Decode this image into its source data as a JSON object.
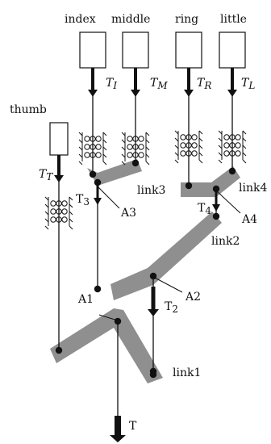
{
  "fingers": {
    "index": "index",
    "middle": "middle",
    "ring": "ring",
    "little": "little",
    "thumb": "thumb"
  },
  "tensions": {
    "TI": {
      "main": "T",
      "sub": "I"
    },
    "TM": {
      "main": "T",
      "sub": "M"
    },
    "TR": {
      "main": "T",
      "sub": "R"
    },
    "TL": {
      "main": "T",
      "sub": "L"
    },
    "TT": {
      "main": "T",
      "sub": "T"
    },
    "T3": "T",
    "T3_sub": "3",
    "T4": "T",
    "T4_sub": "4",
    "T2": "T",
    "T2_sub": "2",
    "T": "T"
  },
  "links": {
    "link1": "link1",
    "link2": "link2",
    "link3": "link3",
    "link4": "link4"
  },
  "anchors": {
    "A1": "A1",
    "A2": "A2",
    "A3": "A3",
    "A4": "A4"
  },
  "colors": {
    "link_fill": "#8f8f8f",
    "line": "#111111"
  }
}
